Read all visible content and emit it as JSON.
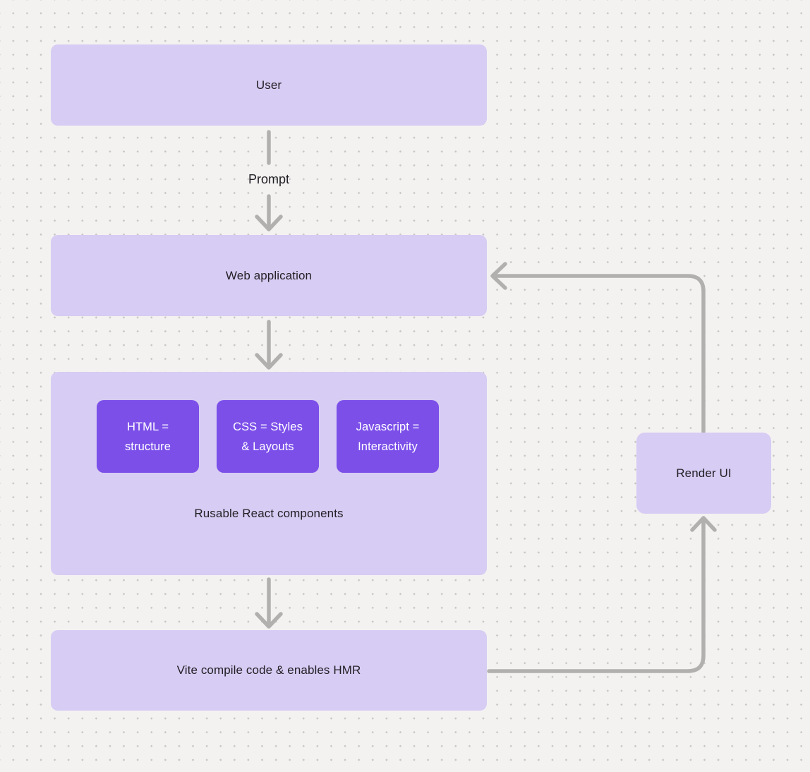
{
  "diagram": {
    "title": "",
    "colors": {
      "node_fill": "#d7ccf3",
      "accent_fill": "#7c4fe9",
      "accent_text": "#ffffff",
      "edge_stroke": "#b2b0af",
      "text": "#232127",
      "background": "#f3f2f1",
      "background_dots": "#c9c7c5"
    },
    "nodes": {
      "user": {
        "label": "User"
      },
      "web_application": {
        "label": "Web application"
      },
      "components": {
        "caption": "Rusable React components",
        "items": [
          {
            "line1": "HTML =",
            "line2": "structure"
          },
          {
            "line1": "CSS = Styles",
            "line2": "& Layouts"
          },
          {
            "line1": "Javascript =",
            "line2": "Interactivity"
          }
        ]
      },
      "vite": {
        "label": "Vite compile code & enables HMR"
      },
      "render_ui": {
        "label": "Render UI"
      }
    },
    "edges": {
      "user_to_web_application": {
        "label": "Prompt"
      },
      "web_application_to_components": {
        "label": ""
      },
      "components_to_vite": {
        "label": ""
      },
      "vite_to_render_ui": {
        "label": ""
      },
      "render_ui_to_web_application": {
        "label": ""
      }
    }
  }
}
